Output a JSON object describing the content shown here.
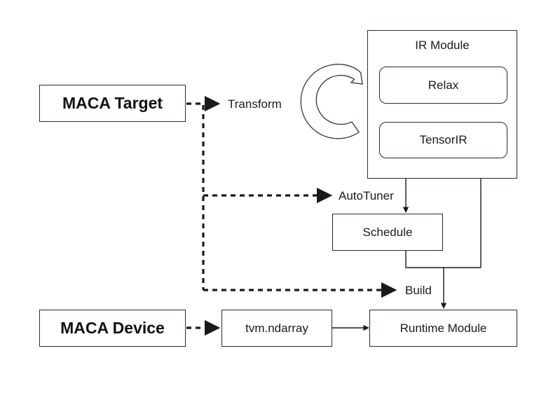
{
  "nodes": {
    "maca_target": "MACA Target",
    "maca_device": "MACA Device",
    "ir_module": "IR Module",
    "relax": "Relax",
    "tensorir": "TensorIR",
    "schedule": "Schedule",
    "tvm_ndarray": "tvm.ndarray",
    "runtime_module": "Runtime Module"
  },
  "edge_labels": {
    "transform": "Transform",
    "autotuner": "AutoTuner",
    "build": "Build"
  },
  "colors": {
    "line": "#1a1a1a",
    "border": "#1f2b44",
    "cycle_stroke": "#2a3550"
  },
  "icons": {
    "cycle": "circular-arrow-icon"
  }
}
